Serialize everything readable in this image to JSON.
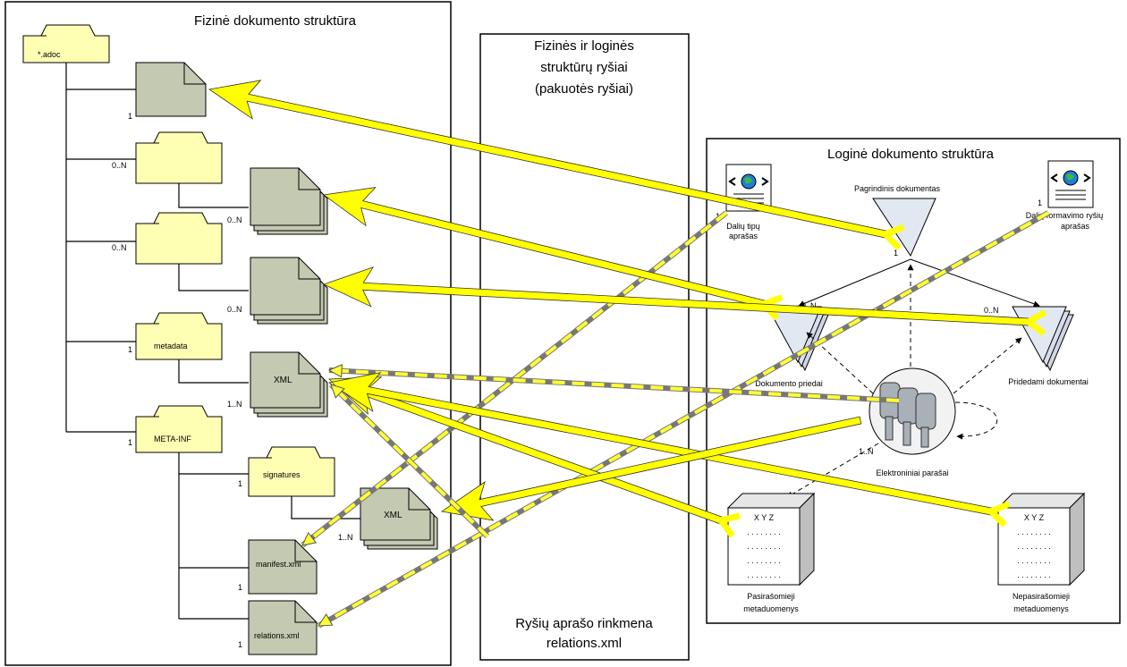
{
  "physical_panel": {
    "title": "Fizinė dokumento struktūra",
    "root_folder": "*.adoc",
    "folder_metadata": "metadata",
    "folder_metainf": "META-INF",
    "folder_signatures": "signatures",
    "file_xml": "XML",
    "file_manifest": "manifest.xml",
    "file_relations": "relations.xml",
    "mult_1": "1",
    "mult_0n": "0..N",
    "mult_1n": "1..N"
  },
  "relations_panel": {
    "title_line1": "Fizinės ir loginės",
    "title_line2": "struktūrų ryšiai",
    "title_line3": "(pakuotės ryšiai)",
    "footer_line1": "Ryšių aprašo rinkmena",
    "footer_line2": "relations.xml"
  },
  "logical_panel": {
    "title": "Loginė dokumento struktūra",
    "main_document": "Pagrindinis dokumentas",
    "attachments": "Dokumento priedai",
    "added_documents": "Pridedami dokumentai",
    "signatures": "Elektroniniai parašai",
    "signed_metadata_line1": "Pasirašomieji",
    "signed_metadata_line2": "metaduomenys",
    "unsigned_metadata_line1": "Nepasirašomieji",
    "unsigned_metadata_line2": "metaduomenys",
    "parts_types_line1": "Dalių tipų",
    "parts_types_line2": "aprašas",
    "parts_relations_line1": "Dalių formavimo ryšių",
    "parts_relations_line2": "aprašas",
    "xyz": "X Y Z",
    "dots": ". . . . . . . .",
    "mult_1": "1",
    "mult_0n": "0..N",
    "mult_1n": "1..N"
  },
  "colors": {
    "folder_fill": "#ffffb4",
    "file_fill": "#c4c9b2",
    "arrow_yellow": "#ffff00",
    "dash_yellow": "#ffff33",
    "triangle_fill": "#e2e8f2",
    "panel_border": "#000000"
  }
}
